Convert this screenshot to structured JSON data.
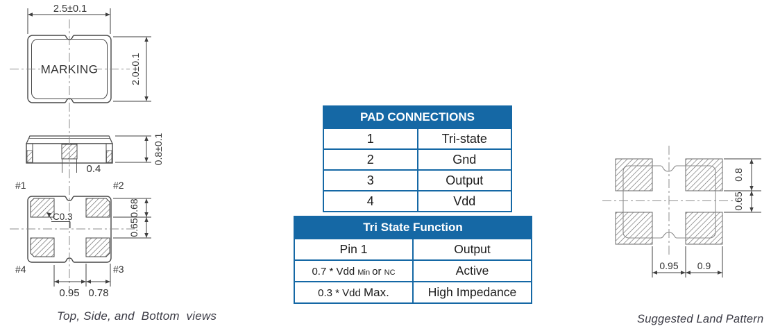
{
  "top_view": {
    "width_dim": "2.5±0.1",
    "height_dim": "2.0±0.1",
    "marking": "MARKING"
  },
  "side_view": {
    "height_dim": "0.8±0.1",
    "pad_width_dim": "0.4"
  },
  "bottom_view": {
    "pin1": "#1",
    "pin2": "#2",
    "pin3": "#3",
    "pin4": "#4",
    "chamfer_dim": "C0.3",
    "pad_height_dim": "0.68",
    "pad_gap_dim": "0.65",
    "pad_spacing_dim": "0.95",
    "pad_width_dim": "0.78"
  },
  "land_pattern": {
    "pad_height_dim": "0.8",
    "pad_gap_dim": "0.65",
    "pad_spacing_dim": "0.95",
    "pad_width_dim": "0.9"
  },
  "captions": {
    "views": "Top, Side, and  Bottom  views",
    "land": "Suggested Land Pattern"
  },
  "pad_table": {
    "title": "PAD CONNECTIONS",
    "rows": [
      [
        "1",
        "Tri-state"
      ],
      [
        "2",
        "Gnd"
      ],
      [
        "3",
        "Output"
      ],
      [
        "4",
        "Vdd"
      ]
    ]
  },
  "tristate_table": {
    "title": "Tri State Function",
    "col1_header": "Pin 1",
    "col2_header": "Output",
    "row1": {
      "main": "0.7 * Vdd ",
      "small1": "Min ",
      "mid": "or ",
      "small2": "NC",
      "output": "Active"
    },
    "row2": {
      "main": "0.3 * Vdd ",
      "large": "Max.",
      "output": "High Impedance"
    }
  },
  "colors": {
    "table_blue": "#1568a5",
    "line_dark": "#474747",
    "centerline": "#8c8c8c",
    "dim_text": "#333333"
  }
}
